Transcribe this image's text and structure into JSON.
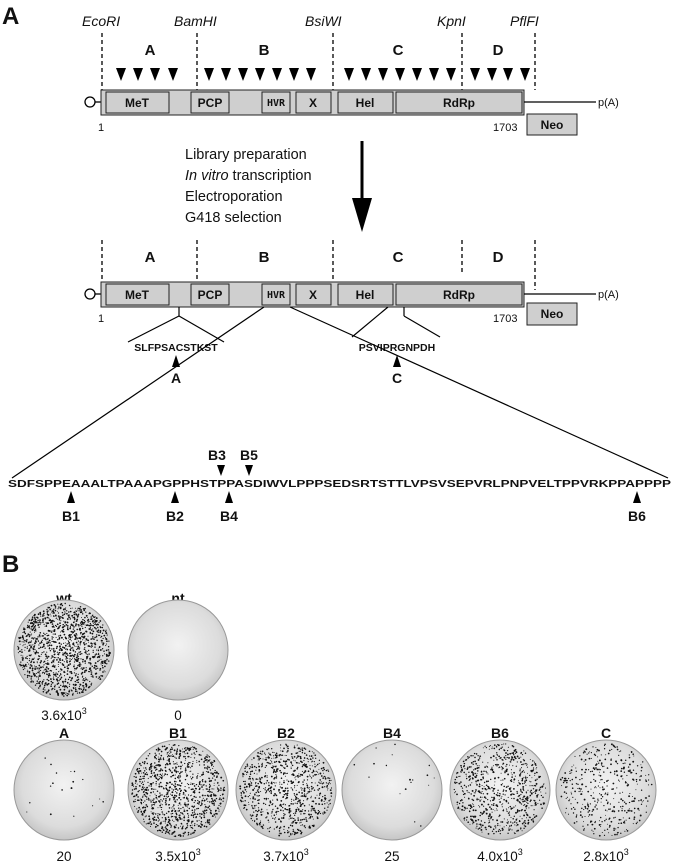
{
  "panels": {
    "a": "A",
    "b": "B"
  },
  "restriction_sites": [
    "EcoRI",
    "BamHI",
    "BsiWI",
    "KpnI",
    "PflFI"
  ],
  "segments": [
    "A",
    "B",
    "C",
    "D"
  ],
  "domains": {
    "met": "MeT",
    "pcp": "PCP",
    "hvr": "HVR",
    "x": "X",
    "hel": "Hel",
    "rdrp": "RdRp",
    "neo": "Neo",
    "polya": "p(A)"
  },
  "positions": {
    "start": "1",
    "end": "1703"
  },
  "steps": {
    "line1": "Library preparation",
    "line2_italic": "In vitro",
    "line2_rest": " transcription",
    "line3": "Electroporation",
    "line4": "G418 selection"
  },
  "peptides": {
    "met_site": "SLFPSACSTKST",
    "hel_site": "PSVIPRGNPDH"
  },
  "site_marks": {
    "a": "A",
    "c": "C"
  },
  "hvr_sequence": "SDFSPPEAAALTPAAAPGPPHSTPPASDIWVLPPPSEDSRTSTTLVPSVSEPVRLPNPVELTPPVRKPPAPPPP",
  "hvr_marks": {
    "b1": "B1",
    "b2": "B2",
    "b3": "B3",
    "b4": "B4",
    "b5": "B5",
    "b6": "B6"
  },
  "dishes_top": [
    {
      "label": "wt",
      "count_base": "3.6x10",
      "count_exp": "3"
    },
    {
      "label": "nt",
      "count_base": "0",
      "count_exp": ""
    }
  ],
  "dishes_bottom": [
    {
      "label": "A",
      "count_base": "20",
      "count_exp": ""
    },
    {
      "label": "B1",
      "count_base": "3.5x10",
      "count_exp": "3"
    },
    {
      "label": "B2",
      "count_base": "3.7x10",
      "count_exp": "3"
    },
    {
      "label": "B4",
      "count_base": "25",
      "count_exp": ""
    },
    {
      "label": "B6",
      "count_base": "4.0x10",
      "count_exp": "3"
    },
    {
      "label": "C",
      "count_base": "2.8x10",
      "count_exp": "3"
    }
  ],
  "colony_density": {
    "wt": 0.95,
    "nt": 0,
    "A": 0.01,
    "B1": 0.75,
    "B2": 0.6,
    "B4": 0.01,
    "B6": 0.55,
    "C": 0.3
  }
}
